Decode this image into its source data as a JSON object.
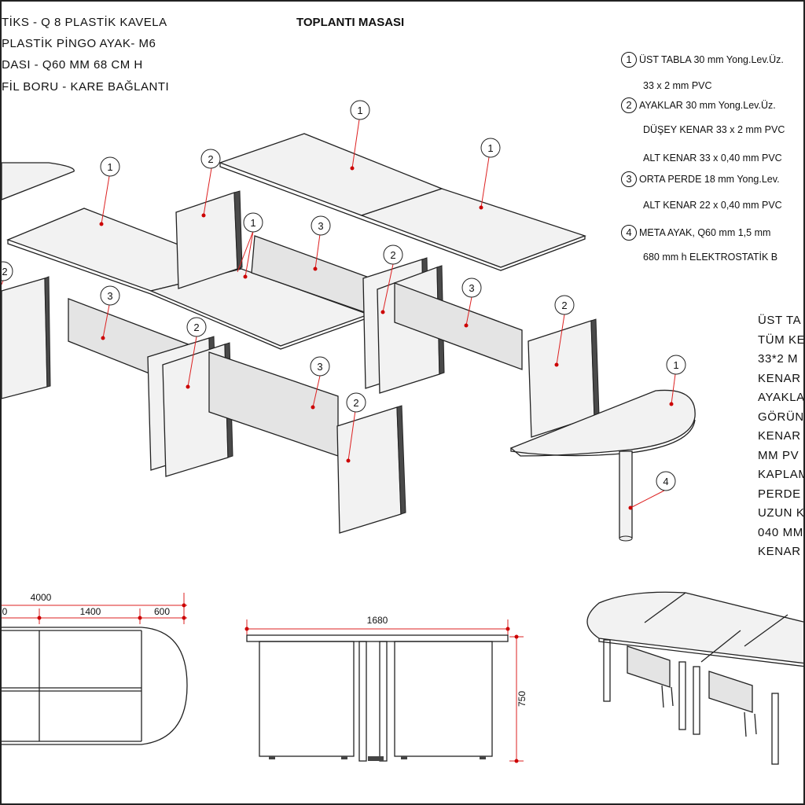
{
  "title": "TOPLANTI MASASI",
  "header_lines": [
    "TİKS - Q 8 PLASTİK KAVELA",
    "PLASTİK PİNGO AYAK- M6",
    "DASI - Q60 MM 68 CM H",
    "FİL BORU - KARE BAĞLANTI"
  ],
  "specs": [
    {
      "num": "1",
      "text": "ÜST TABLA 30 mm Yong.Lev.Üz."
    },
    {
      "num": "",
      "text": "33 x 2 mm PVC"
    },
    {
      "num": "2",
      "text": "AYAKLAR 30 mm  Yong.Lev.Üz."
    },
    {
      "num": "",
      "text": "DÜŞEY KENAR 33 x 2 mm PVC"
    },
    {
      "num": "",
      "text": "ALT KENAR 33 x 0,40 mm PVC"
    },
    {
      "num": "3",
      "text": "ORTA PERDE 18 mm Yong.Lev."
    },
    {
      "num": "",
      "text": "ALT KENAR 22 x 0,40 mm PVC"
    },
    {
      "num": "4",
      "text": "META  AYAK, Q60 mm 1,5 mm"
    },
    {
      "num": "",
      "text": "680 mm h  ELEKTROSTATİK B"
    }
  ],
  "right_notes": [
    "ÜST TA",
    "TÜM KE",
    "33*2 M",
    "KENAR",
    "AYAKLA",
    "GÖRÜN",
    "KENAR",
    "MM PV",
    "KAPLAM",
    "PERDE",
    "UZUN K",
    "040 MM",
    "KENAR"
  ],
  "callouts": [
    "1",
    "2",
    "3",
    "4"
  ],
  "dimensions": {
    "total_length": "4000",
    "seg_left": "0",
    "seg_middle": "1400",
    "seg_right": "600",
    "width": "1680",
    "height": "750"
  },
  "colors": {
    "callout_line": "#d22222",
    "callout_dot": "#cc0000",
    "line": "#222222"
  }
}
